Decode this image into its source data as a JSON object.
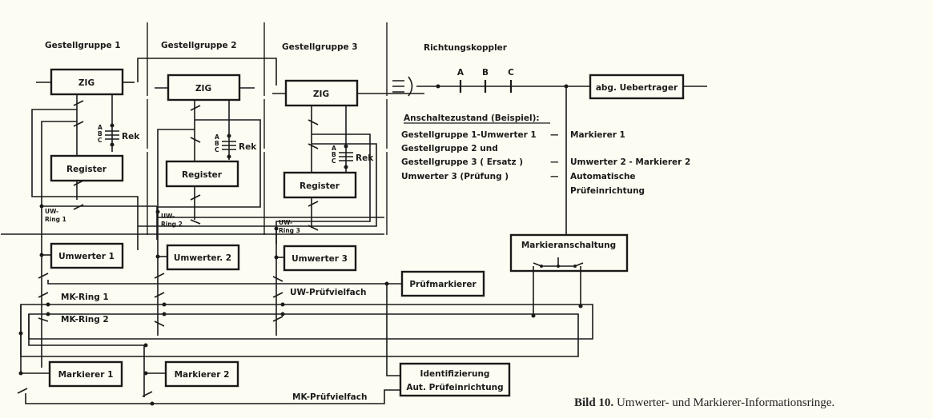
{
  "figure": {
    "caption_label": "Bild 10.",
    "caption_text": " Umwerter- und Markierer-Informationsringe."
  },
  "groups": [
    {
      "title": "Gestellgruppe 1",
      "zig": "ZIG",
      "register": "Register",
      "rek": "Rek",
      "rek_letters": [
        "A",
        "B",
        "C"
      ],
      "ring_label": [
        "UW-",
        "Ring 1"
      ],
      "umwerter": "Umwerter 1"
    },
    {
      "title": "Gestellgruppe 2",
      "zig": "ZIG",
      "register": "Register",
      "rek": "Rek",
      "rek_letters": [
        "A",
        "B",
        "C"
      ],
      "ring_label": [
        "UW-",
        "Ring 2"
      ],
      "umwerter": "Umwerter. 2"
    },
    {
      "title": "Gestellgruppe 3",
      "zig": "ZIG",
      "register": "Register",
      "rek": "Rek",
      "rek_letters": [
        "A",
        "B",
        "C"
      ],
      "ring_label": [
        "UW-",
        "Ring 3"
      ],
      "umwerter": "Umwerter 3"
    }
  ],
  "coupler": {
    "title": "Richtungskoppler",
    "taps": [
      "A",
      "B",
      "C"
    ],
    "trunk": "abg. Uebertrager"
  },
  "state": {
    "heading": "Anschaltezustand (Beispiel):",
    "rows": [
      {
        "left": "Gestellgruppe 1-Umwerter 1",
        "dash": "—",
        "right": "Markierer 1"
      },
      {
        "left": "Gestellgruppe 2 und",
        "dash": "",
        "right": ""
      },
      {
        "left": "Gestellgruppe 3 ( Ersatz )",
        "dash": "—",
        "right": "Umwerter 2 - Markierer 2"
      },
      {
        "left": "Umwerter 3  (Prüfung )",
        "dash": "—",
        "right": "Automatische"
      },
      {
        "left": "",
        "dash": "",
        "right": "Prüfeinrichtung"
      }
    ]
  },
  "blocks": {
    "markieranschaltung": "Markieranschaltung",
    "pruefmarkierer": "Prüfmarkierer",
    "markierer_1": "Markierer 1",
    "markierer_2": "Markierer 2",
    "identifizierung_1": "Identifizierung",
    "identifizierung_2": "Aut. Prüfeinrichtung"
  },
  "buses": {
    "uw_pruefvielfach": "UW-Prüfvielfach",
    "mk_ring_1": "MK-Ring 1",
    "mk_ring_2": "MK-Ring 2",
    "mk_pruefvielfach": "MK-Prüfvielfach"
  }
}
